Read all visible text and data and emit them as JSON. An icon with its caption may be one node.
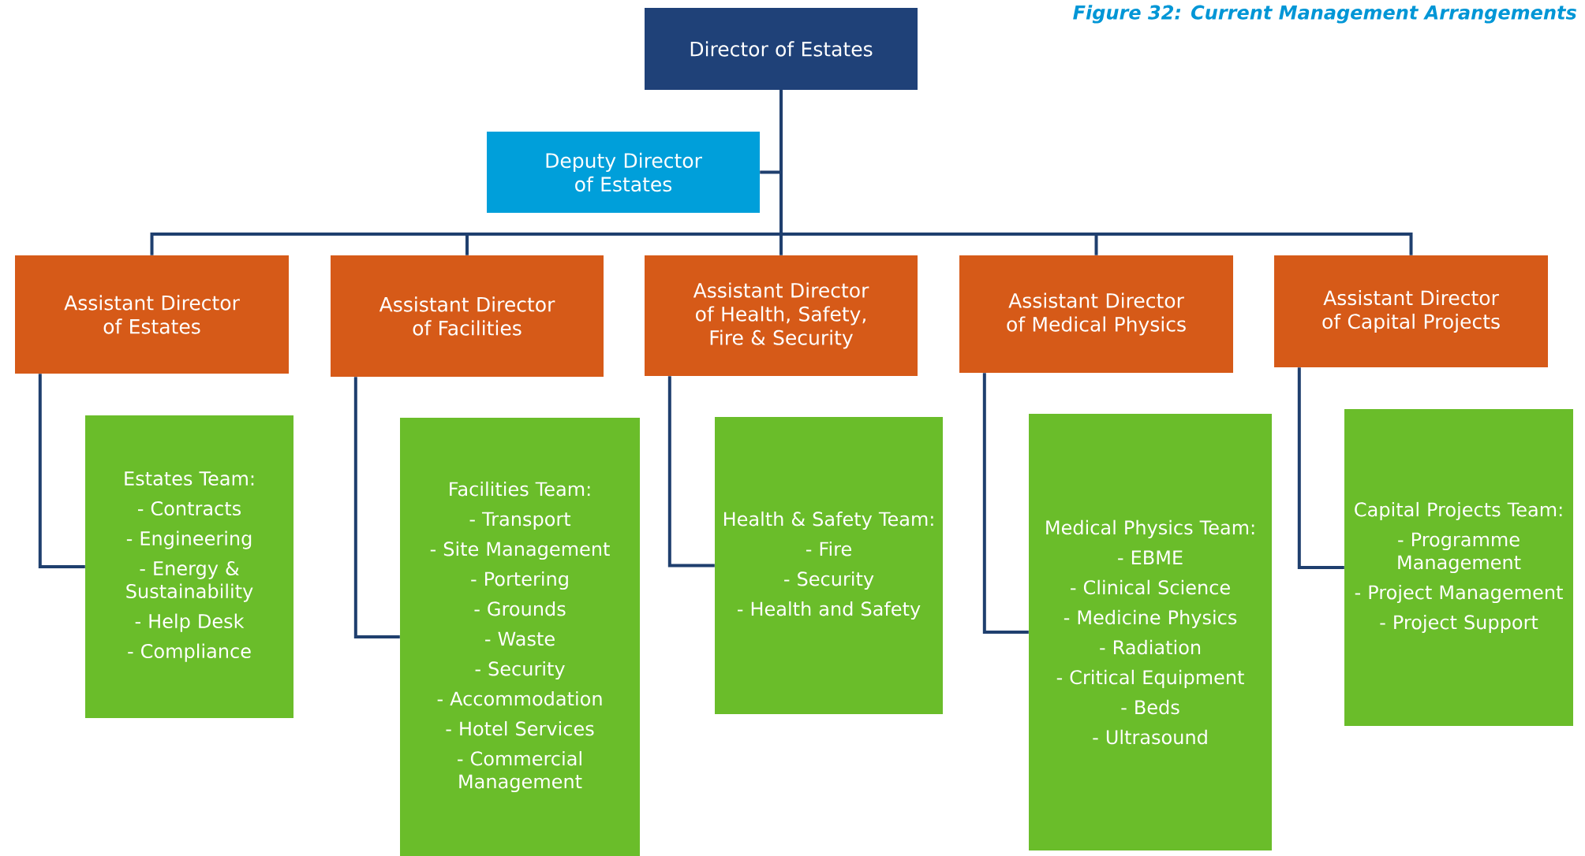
{
  "diagram": {
    "title": "Figure 32: Current Management Arrangements",
    "nodes": [
      {
        "text": [
          "Director of Estates"
        ]
      },
      {
        "text": [
          "Deputy Director of Estates"
        ]
      },
      {
        "text": [
          "Assistant Director of Estates"
        ]
      },
      {
        "text": [
          "Assistant Director of Facilities"
        ]
      },
      {
        "text": [
          "Assistant Director of Health, Safety, Fire & Security"
        ]
      },
      {
        "text": [
          "Assistant Director of Medical Physics"
        ]
      },
      {
        "text": [
          "Assistant Director of Capital Projects"
        ]
      },
      {
        "text": [
          "Estates Team:",
          "- Contracts",
          "- Engineering",
          "- Energy & Sustainability",
          "- Help Desk",
          "- Compliance"
        ]
      },
      {
        "text": [
          "Facilities Team:",
          "- Transport",
          "- Site Management",
          "- Portering",
          "- Grounds",
          "- Waste",
          "- Security",
          "- Accommodation",
          "- Hotel Services",
          "- Commercial Management"
        ]
      },
      {
        "text": [
          "Health & Safety Team:",
          "- Fire",
          "- Security",
          "- Health and Safety"
        ]
      },
      {
        "text": [
          "Medical Physics Team:",
          "- EBME",
          "- Clinical Science",
          "- Medicine Physics",
          "- Radiation",
          "- Critical Equipment",
          "- Beds",
          "- Ultrasound"
        ]
      },
      {
        "text": [
          "Capital Projects Team:",
          "- Programme Management",
          "- Project Management",
          "- Project Support"
        ]
      }
    ],
    "edges": [
      {
        "from": 0,
        "to": 1,
        "arrow": "none"
      },
      {
        "from": 0,
        "to": 2,
        "arrow": "none"
      },
      {
        "from": 0,
        "to": 3,
        "arrow": "none"
      },
      {
        "from": 0,
        "to": 4,
        "arrow": "none"
      },
      {
        "from": 0,
        "to": 5,
        "arrow": "none"
      },
      {
        "from": 0,
        "to": 6,
        "arrow": "none"
      },
      {
        "from": 2,
        "to": 7,
        "arrow": "none"
      },
      {
        "from": 3,
        "to": 8,
        "arrow": "none"
      },
      {
        "from": 4,
        "to": 9,
        "arrow": "none"
      },
      {
        "from": 5,
        "to": 10,
        "arrow": "none"
      },
      {
        "from": 6,
        "to": 11,
        "arrow": "none"
      }
    ]
  }
}
